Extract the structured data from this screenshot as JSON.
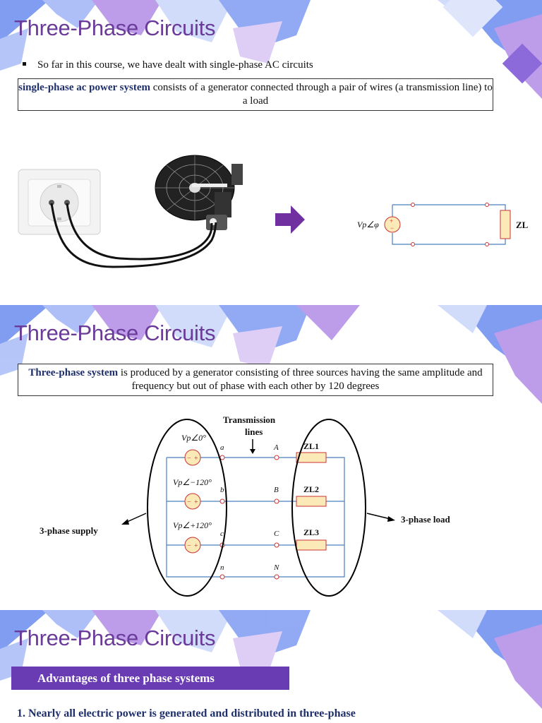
{
  "slides": [
    {
      "title": "Three-Phase Circuits",
      "bullet": "So far in this course, we have dealt with single-phase AC circuits",
      "definition": {
        "term": "single-phase ac power system",
        "text": " consists of a generator connected through a pair of wires (a transmission line) to a load"
      },
      "circuit": {
        "source_label": "Vp∠φ",
        "load_label": "ZL"
      }
    },
    {
      "title": "Three-Phase Circuits",
      "definition": {
        "term": "Three-phase system",
        "text": " is produced by a generator consisting of three sources having the same amplitude and frequency but out of phase with each other by 120 degrees"
      },
      "diagram": {
        "transmission_label_1": "Transmission",
        "transmission_label_2": "lines",
        "supply_label": "3-phase supply",
        "load_label": "3-phase load",
        "sources": [
          "Vp∠0°",
          "Vp∠−120°",
          "Vp∠+120°"
        ],
        "source_nodes": [
          "a",
          "b",
          "c",
          "n"
        ],
        "load_nodes": [
          "A",
          "B",
          "C",
          "N"
        ],
        "loads": [
          "ZL1",
          "ZL2",
          "ZL3"
        ]
      }
    },
    {
      "title": "Three-Phase Circuits",
      "advantages_header": "Advantages of three phase systems",
      "point_1": "1.  Nearly all electric power is generated and distributed in three-phase"
    }
  ],
  "colors": {
    "title": "#6a3b99",
    "term": "#1e2f6b",
    "banner": "#6a3cb3",
    "arrow": "#7030a0",
    "deco_blue": "#6c8df0",
    "deco_purple": "#b28ce6"
  }
}
